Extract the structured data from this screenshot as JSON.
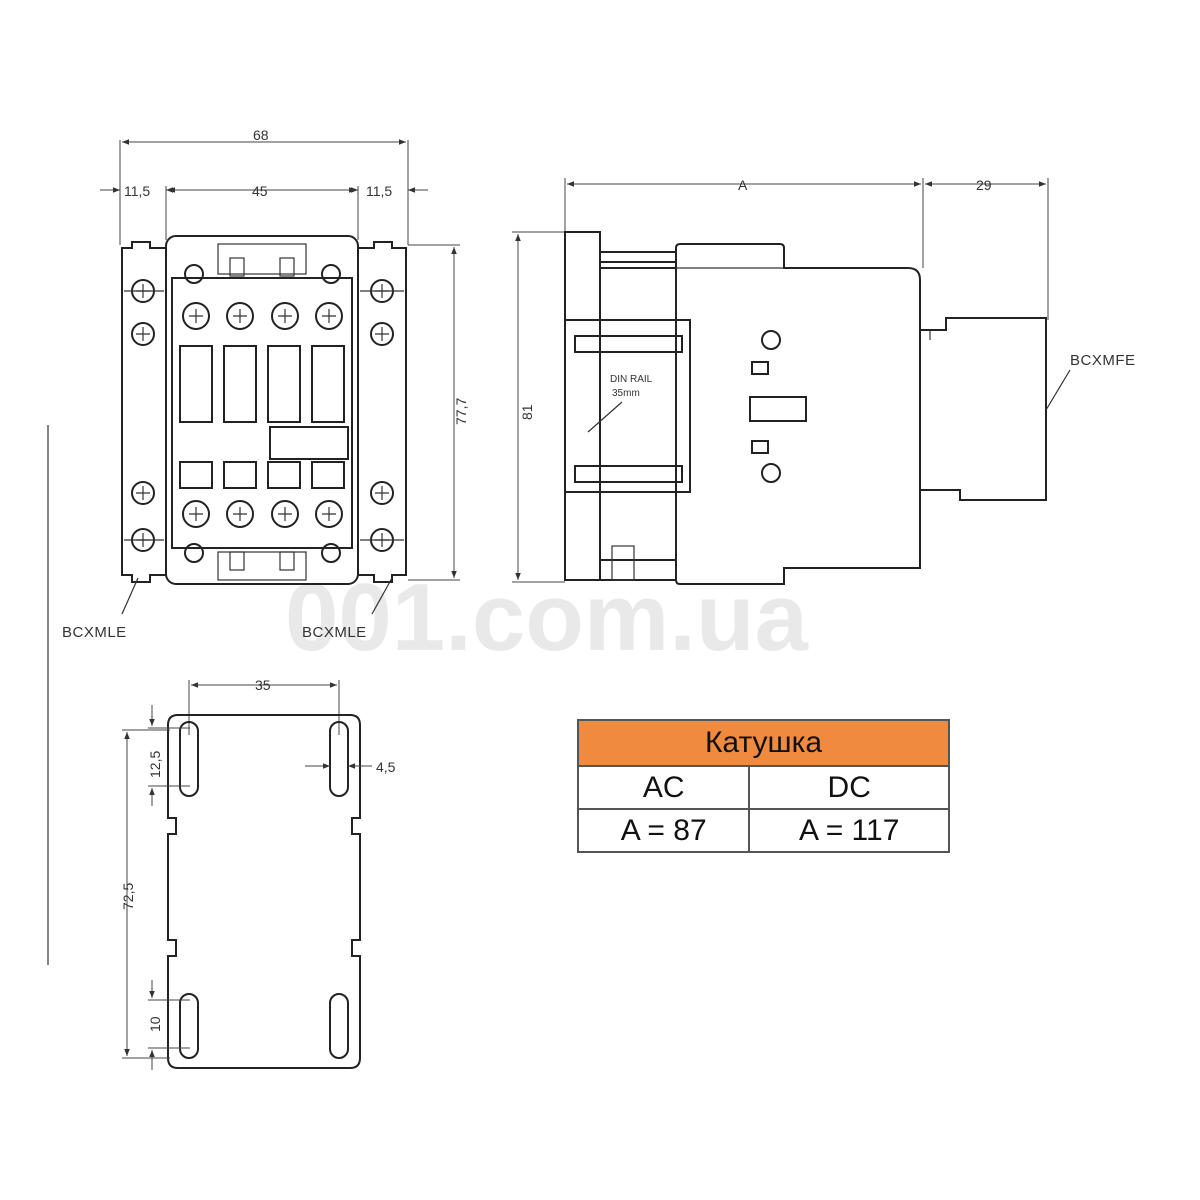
{
  "watermark": "001.com.ua",
  "front_view": {
    "dim_total_width": "68",
    "dim_left_side": "11,5",
    "dim_center": "45",
    "dim_right_side": "11,5",
    "dim_height": "77,7",
    "callout_left": "BCXMLE",
    "callout_right": "BCXMLE"
  },
  "side_view": {
    "dim_a": "A",
    "dim_accessory": "29",
    "dim_height": "81",
    "din_rail_line1": "DIN RAIL",
    "din_rail_line2": "35mm",
    "callout": "BCXMFE"
  },
  "mounting_plate": {
    "dim_hole_spacing": "35",
    "dim_slot_width": "4,5",
    "dim_top_slot": "12,5",
    "dim_vertical_spacing": "72,5",
    "dim_bottom_slot": "10"
  },
  "coil_table": {
    "header": "Катушка",
    "columns": [
      "AC",
      "DC"
    ],
    "values": [
      "A = 87",
      "A = 117"
    ],
    "header_color": "#f08a3e"
  }
}
